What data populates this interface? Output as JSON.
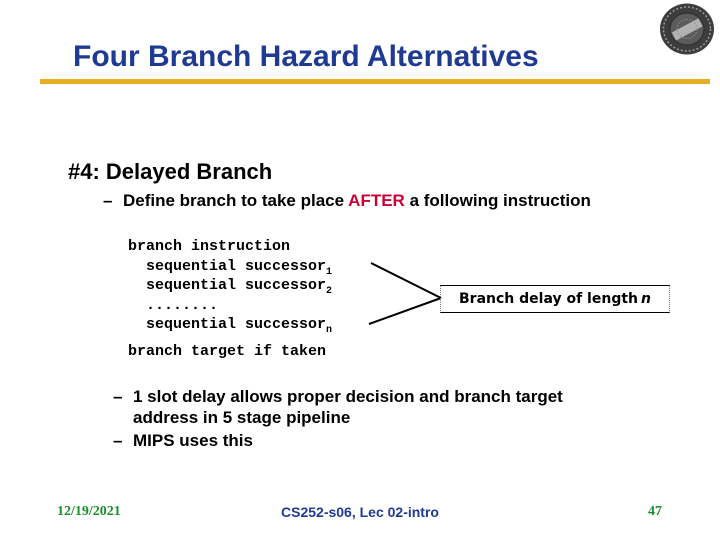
{
  "slide": {
    "title": "Four Branch Hazard Alternatives",
    "heading": "#4: Delayed Branch",
    "bullet1": {
      "dash": "–",
      "pre": "Define branch to take place ",
      "highlight": "AFTER",
      "post": " a following instruction"
    },
    "code": {
      "line1": "branch instruction",
      "line2_text": "  sequential successor",
      "line2_sub": "1",
      "line3_text": "  sequential successor",
      "line3_sub": "2",
      "line4": "  ........",
      "line5_text": "  sequential successor",
      "line5_sub": "n",
      "line6": "branch target if taken"
    },
    "callout": {
      "label": "Branch delay of length",
      "var": "n"
    },
    "bullet2": {
      "dash": "–",
      "text": "1 slot delay allows proper decision and branch target\naddress in 5 stage pipeline"
    },
    "bullet3": {
      "dash": "–",
      "text": "MIPS uses this"
    },
    "footer": {
      "date": "12/19/2021",
      "course": "CS252-s06, Lec 02-intro",
      "page": "47"
    },
    "colors": {
      "title_navy": "#1F3A93",
      "rule_gold": "#E9AF23",
      "highlight_red": "#CC0033",
      "footer_green": "#1B8F2C"
    }
  }
}
